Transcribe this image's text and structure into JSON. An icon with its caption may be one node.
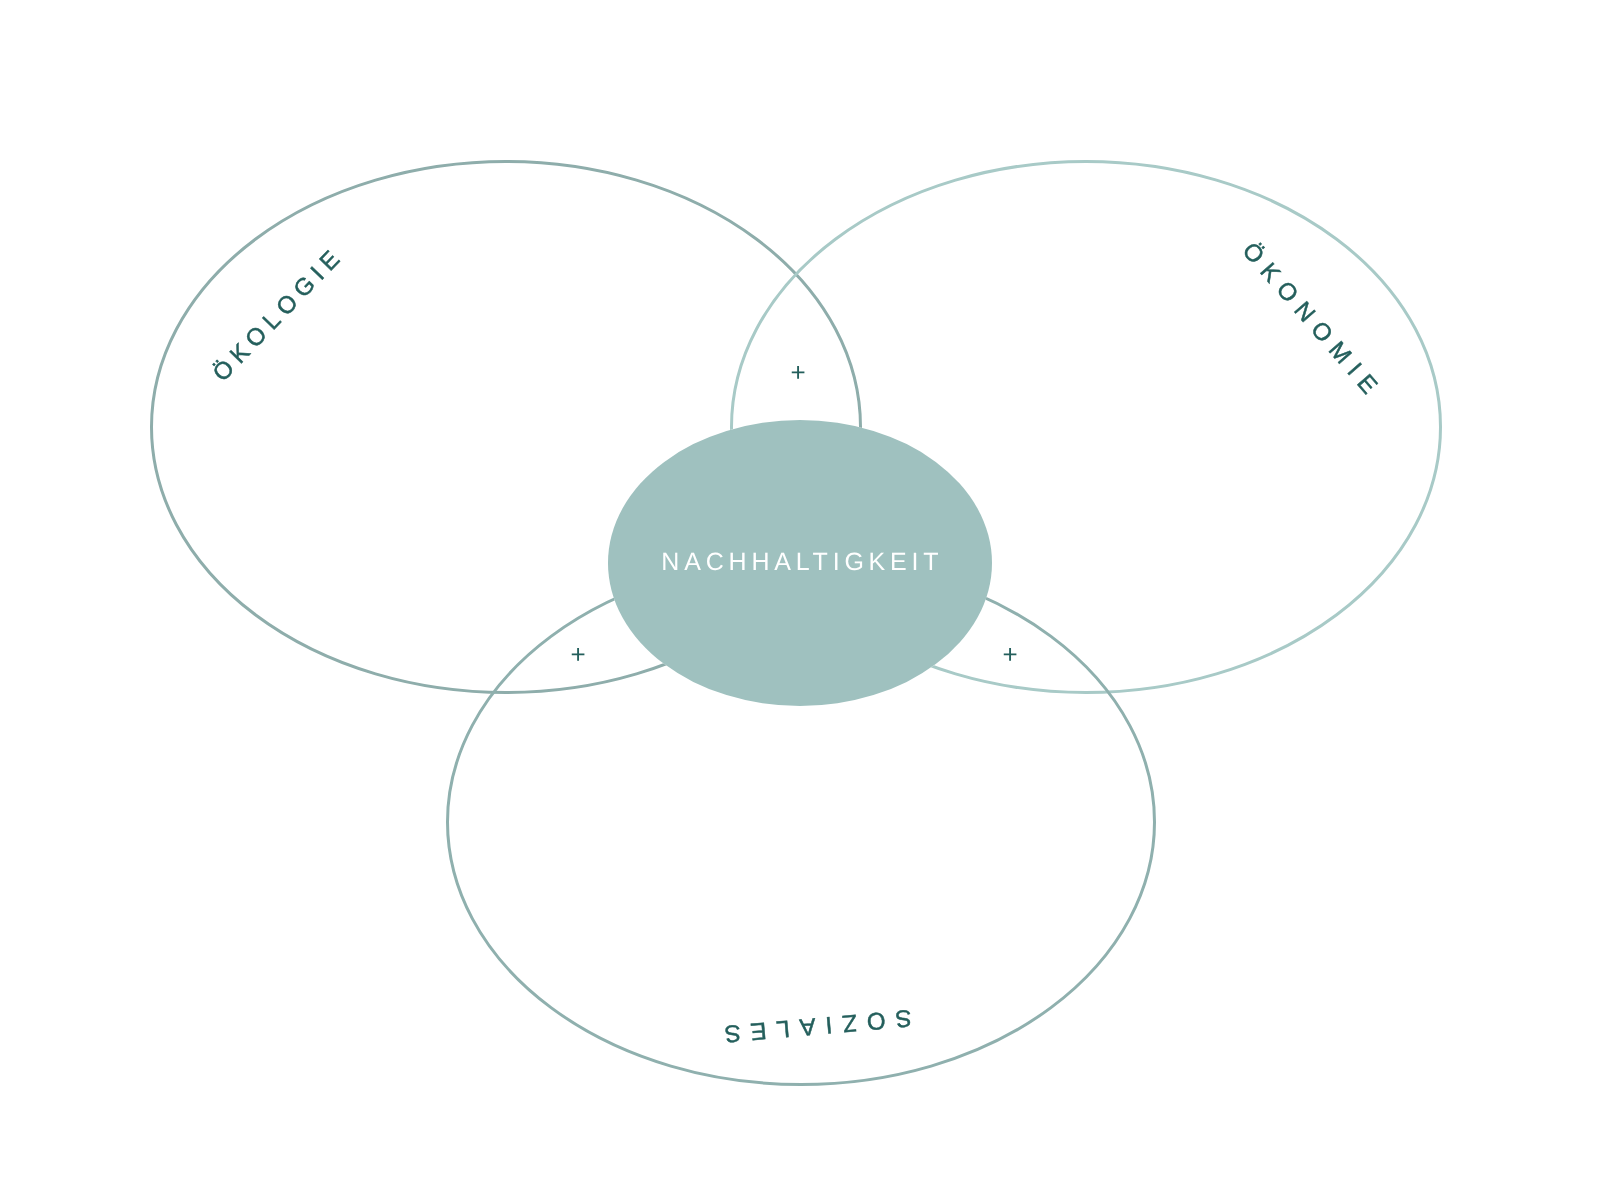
{
  "diagram": {
    "nodes": [
      {
        "text": [
          "ÖKOLOGIE"
        ]
      },
      {
        "text": [
          "ÖKONOMIE"
        ]
      },
      {
        "text": [
          "SOZIALES"
        ]
      },
      {
        "text": [
          "NACHHALTIGKEIT"
        ]
      }
    ],
    "labels": [
      "+",
      "+",
      "+"
    ]
  }
}
